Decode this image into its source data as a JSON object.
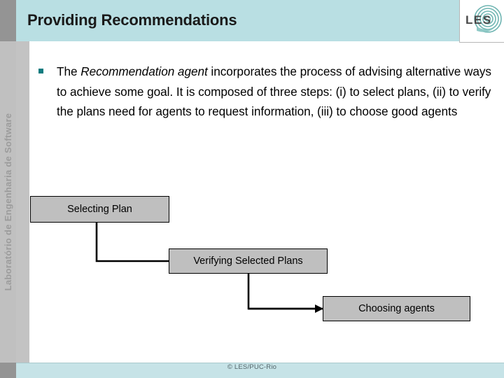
{
  "slide": {
    "title": "Providing Recommendations",
    "sidebar_label": "Laboratório de Engenharia de Software",
    "logo_text": "LES",
    "footer": "© LES/PUC-Rio"
  },
  "body": {
    "bullet_prefix": "The ",
    "bullet_emphasis": "Recommendation agent",
    "bullet_rest": " incorporates the process of advising alternative ways to achieve some goal. It is composed of three steps: (i) to select plans, (ii) to verify the plans need for agents to request information, (iii) to choose good agents"
  },
  "diagram": {
    "nodes": [
      {
        "label": "Selecting Plan"
      },
      {
        "label": "Verifying Selected Plans"
      },
      {
        "label": "Choosing agents"
      }
    ]
  },
  "colors": {
    "title_bar": "#b9dfe3",
    "sidebar": "#c0c0c0",
    "sidebar_dark": "#949494",
    "node_fill": "#bfbfbf",
    "bullet": "#0f7b7f",
    "footer_bar": "#c6e3e7",
    "logo_accent": "#5aa8a8"
  }
}
